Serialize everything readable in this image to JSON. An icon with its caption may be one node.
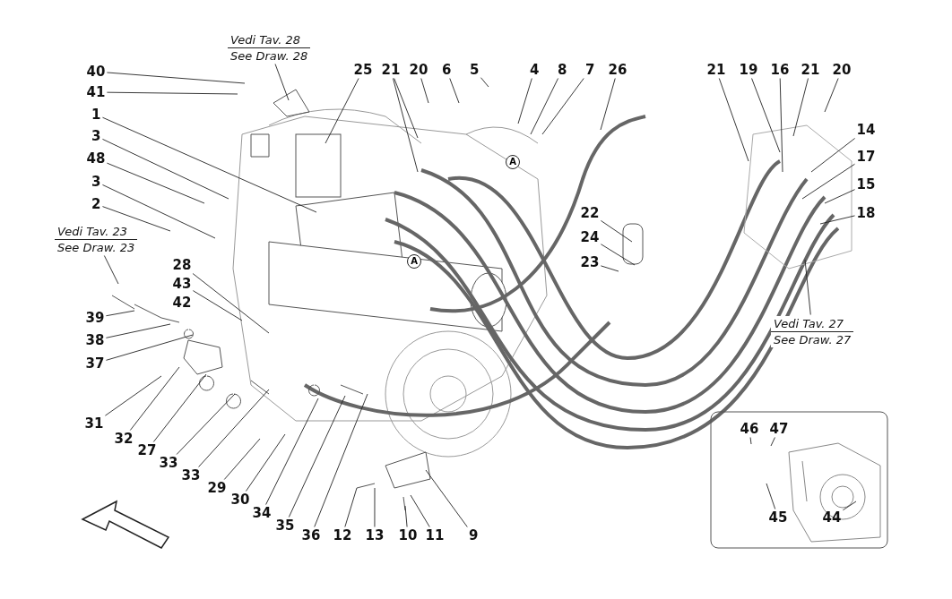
{
  "diagram": {
    "nodes": [
      {
        "text": [
          "Vedi Tav. 28",
          "See Draw. 28"
        ]
      },
      {
        "text": [
          "40"
        ]
      },
      {
        "text": [
          "41"
        ]
      },
      {
        "text": [
          "1"
        ]
      },
      {
        "text": [
          "3"
        ]
      },
      {
        "text": [
          "48"
        ]
      },
      {
        "text": [
          "3"
        ]
      },
      {
        "text": [
          "2"
        ]
      },
      {
        "text": [
          "25"
        ]
      },
      {
        "text": [
          "21"
        ]
      },
      {
        "text": [
          "20"
        ]
      },
      {
        "text": [
          "6"
        ]
      },
      {
        "text": [
          "5"
        ]
      },
      {
        "text": [
          "4"
        ]
      },
      {
        "text": [
          "8"
        ]
      },
      {
        "text": [
          "7"
        ]
      },
      {
        "text": [
          "26"
        ]
      },
      {
        "text": [
          "21"
        ]
      },
      {
        "text": [
          "19"
        ]
      },
      {
        "text": [
          "16"
        ]
      },
      {
        "text": [
          "21"
        ]
      },
      {
        "text": [
          "20"
        ]
      },
      {
        "text": [
          "14"
        ]
      },
      {
        "text": [
          "17"
        ]
      },
      {
        "text": [
          "15"
        ]
      },
      {
        "text": [
          "18"
        ]
      },
      {
        "text": [
          "Vedi Tav. 23",
          "See Draw. 23"
        ]
      },
      {
        "text": [
          "28"
        ]
      },
      {
        "text": [
          "43"
        ]
      },
      {
        "text": [
          "39"
        ]
      },
      {
        "text": [
          "38"
        ]
      },
      {
        "text": [
          "37"
        ]
      },
      {
        "text": [
          "22"
        ]
      },
      {
        "text": [
          "24"
        ]
      },
      {
        "text": [
          "23"
        ]
      },
      {
        "text": [
          "Vedi Tav. 27",
          "See Draw. 27"
        ]
      },
      {
        "text": [
          "31"
        ]
      },
      {
        "text": [
          "32"
        ]
      },
      {
        "text": [
          "27"
        ]
      },
      {
        "text": [
          "33"
        ]
      },
      {
        "text": [
          "33"
        ]
      },
      {
        "text": [
          "29"
        ]
      },
      {
        "text": [
          "30"
        ]
      },
      {
        "text": [
          "34"
        ]
      },
      {
        "text": [
          "35"
        ]
      },
      {
        "text": [
          "36"
        ]
      },
      {
        "text": [
          "12"
        ]
      },
      {
        "text": [
          "13"
        ]
      },
      {
        "text": [
          "10"
        ]
      },
      {
        "text": [
          "11"
        ]
      },
      {
        "text": [
          "9"
        ]
      },
      {
        "text": [
          "46"
        ]
      },
      {
        "text": [
          "47"
        ]
      },
      {
        "text": [
          "45"
        ]
      },
      {
        "text": [
          "44"
        ]
      }
    ],
    "edges": [
      {
        "from": 0,
        "to": null,
        "arrow": "none"
      },
      {
        "from": 1,
        "to": null,
        "arrow": "none"
      },
      {
        "from": 2,
        "to": null,
        "arrow": "none"
      },
      {
        "from": 3,
        "to": null,
        "arrow": "none"
      },
      {
        "from": 4,
        "to": null,
        "arrow": "none"
      },
      {
        "from": 5,
        "to": null,
        "arrow": "none"
      },
      {
        "from": 6,
        "to": null,
        "arrow": "none"
      },
      {
        "from": 7,
        "to": null,
        "arrow": "none"
      },
      {
        "from": 8,
        "to": null,
        "arrow": "none"
      },
      {
        "from": 9,
        "to": null,
        "arrow": "none"
      },
      {
        "from": 9,
        "to": null,
        "arrow": "none"
      },
      {
        "from": 10,
        "to": null,
        "arrow": "none"
      },
      {
        "from": 11,
        "to": null,
        "arrow": "none"
      },
      {
        "from": 12,
        "to": null,
        "arrow": "none"
      },
      {
        "from": 13,
        "to": null,
        "arrow": "none"
      },
      {
        "from": 14,
        "to": null,
        "arrow": "none"
      },
      {
        "from": 15,
        "to": null,
        "arrow": "none"
      },
      {
        "from": 16,
        "to": null,
        "arrow": "none"
      },
      {
        "from": 17,
        "to": null,
        "arrow": "none"
      },
      {
        "from": 18,
        "to": null,
        "arrow": "none"
      },
      {
        "from": 19,
        "to": null,
        "arrow": "none"
      },
      {
        "from": 20,
        "to": null,
        "arrow": "none"
      },
      {
        "from": 21,
        "to": null,
        "arrow": "none"
      },
      {
        "from": 22,
        "to": null,
        "arrow": "none"
      },
      {
        "from": 23,
        "to": null,
        "arrow": "none"
      },
      {
        "from": 24,
        "to": null,
        "arrow": "none"
      },
      {
        "from": 25,
        "to": null,
        "arrow": "none"
      },
      {
        "from": 26,
        "to": null,
        "arrow": "none"
      },
      {
        "from": 27,
        "to": null,
        "arrow": "none"
      },
      {
        "from": 28,
        "to": null,
        "arrow": "none"
      },
      {
        "from": 29,
        "to": null,
        "arrow": "none"
      },
      {
        "from": 30,
        "to": null,
        "arrow": "none"
      },
      {
        "from": 31,
        "to": null,
        "arrow": "none"
      },
      {
        "from": 32,
        "to": null,
        "arrow": "none"
      },
      {
        "from": 33,
        "to": null,
        "arrow": "none"
      },
      {
        "from": 34,
        "to": null,
        "arrow": "none"
      },
      {
        "from": 35,
        "to": null,
        "arrow": "none"
      },
      {
        "from": 36,
        "to": null,
        "arrow": "none"
      },
      {
        "from": 37,
        "to": null,
        "arrow": "none"
      },
      {
        "from": 38,
        "to": null,
        "arrow": "none"
      },
      {
        "from": 39,
        "to": null,
        "arrow": "none"
      },
      {
        "from": 40,
        "to": null,
        "arrow": "none"
      },
      {
        "from": 41,
        "to": null,
        "arrow": "none"
      },
      {
        "from": 42,
        "to": null,
        "arrow": "none"
      },
      {
        "from": 43,
        "to": null,
        "arrow": "none"
      },
      {
        "from": 44,
        "to": null,
        "arrow": "none"
      },
      {
        "from": 45,
        "to": null,
        "arrow": "none"
      },
      {
        "from": 46,
        "to": null,
        "arrow": "none"
      },
      {
        "from": 47,
        "to": null,
        "arrow": "none"
      },
      {
        "from": 48,
        "to": null,
        "arrow": "none"
      },
      {
        "from": 49,
        "to": null,
        "arrow": "none"
      },
      {
        "from": 50,
        "to": null,
        "arrow": "none"
      },
      {
        "from": 51,
        "to": null,
        "arrow": "none"
      },
      {
        "from": 52,
        "to": null,
        "arrow": "none"
      },
      {
        "from": 53,
        "to": null,
        "arrow": "none"
      },
      {
        "from": 54,
        "to": null,
        "arrow": "none"
      }
    ],
    "labels": [
      "A",
      "42",
      "A"
    ]
  }
}
